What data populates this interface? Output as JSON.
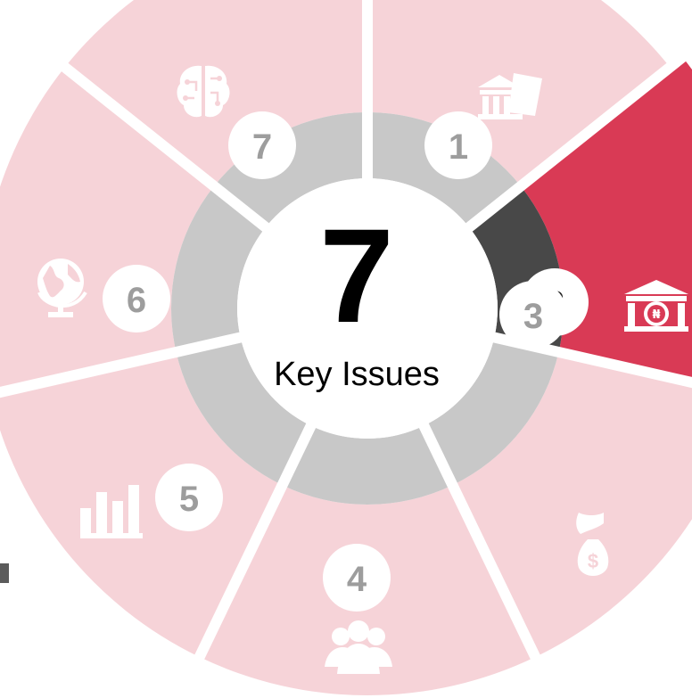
{
  "center": {
    "number": "7",
    "label": "Key Issues"
  },
  "segments": [
    {
      "number": "1",
      "icon": "bank-document-icon",
      "active": false
    },
    {
      "number": "2",
      "icon": "naira-bank-icon",
      "active": true
    },
    {
      "number": "3",
      "icon": "hand-money-bag-icon",
      "active": false
    },
    {
      "number": "4",
      "icon": "people-group-icon",
      "active": false
    },
    {
      "number": "5",
      "icon": "bar-chart-icon",
      "active": false
    },
    {
      "number": "6",
      "icon": "globe-icon",
      "active": false
    },
    {
      "number": "7",
      "icon": "brain-circuit-icon",
      "active": false
    }
  ],
  "colors": {
    "outer_ring": "#f6d3d8",
    "outer_ring_active": "#d93a55",
    "inner_ring": "#c8c8c8",
    "inner_ring_active": "#484848",
    "separator": "#ffffff",
    "badge_text": "#9d9d9d",
    "badge_text_active": "#222222",
    "icon": "#ffffff",
    "center_text": "#000000"
  }
}
